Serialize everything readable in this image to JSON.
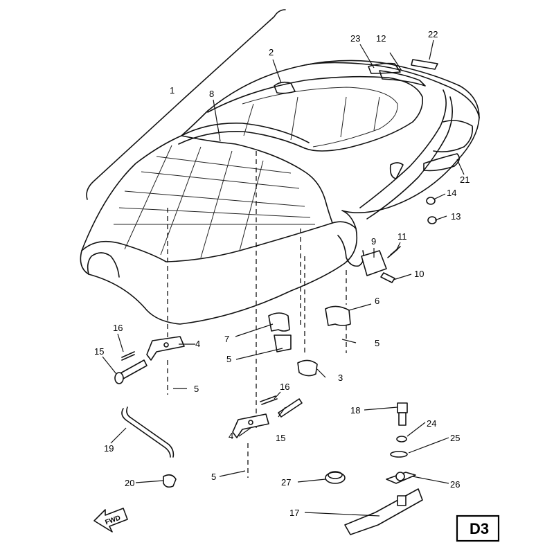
{
  "diagram_code": "D3",
  "fwd_label": "FWD",
  "callouts": [
    {
      "id": "c1",
      "text": "1"
    },
    {
      "id": "c2",
      "text": "2"
    },
    {
      "id": "c3",
      "text": "3"
    },
    {
      "id": "c4a",
      "text": "4"
    },
    {
      "id": "c4b",
      "text": "4"
    },
    {
      "id": "c5a",
      "text": "5"
    },
    {
      "id": "c5b",
      "text": "5"
    },
    {
      "id": "c5c",
      "text": "5"
    },
    {
      "id": "c5d",
      "text": "5"
    },
    {
      "id": "c6",
      "text": "6"
    },
    {
      "id": "c7",
      "text": "7"
    },
    {
      "id": "c8",
      "text": "8"
    },
    {
      "id": "c9",
      "text": "9"
    },
    {
      "id": "c10",
      "text": "10"
    },
    {
      "id": "c11",
      "text": "11"
    },
    {
      "id": "c12",
      "text": "12"
    },
    {
      "id": "c13",
      "text": "13"
    },
    {
      "id": "c14",
      "text": "14"
    },
    {
      "id": "c15a",
      "text": "15"
    },
    {
      "id": "c15b",
      "text": "15"
    },
    {
      "id": "c16a",
      "text": "16"
    },
    {
      "id": "c16b",
      "text": "16"
    },
    {
      "id": "c17",
      "text": "17"
    },
    {
      "id": "c18",
      "text": "18"
    },
    {
      "id": "c19",
      "text": "19"
    },
    {
      "id": "c20",
      "text": "20"
    },
    {
      "id": "c21",
      "text": "21"
    },
    {
      "id": "c22",
      "text": "22"
    },
    {
      "id": "c23",
      "text": "23"
    },
    {
      "id": "c24",
      "text": "24"
    },
    {
      "id": "c25",
      "text": "25"
    },
    {
      "id": "c26",
      "text": "26"
    },
    {
      "id": "c27",
      "text": "27"
    }
  ]
}
